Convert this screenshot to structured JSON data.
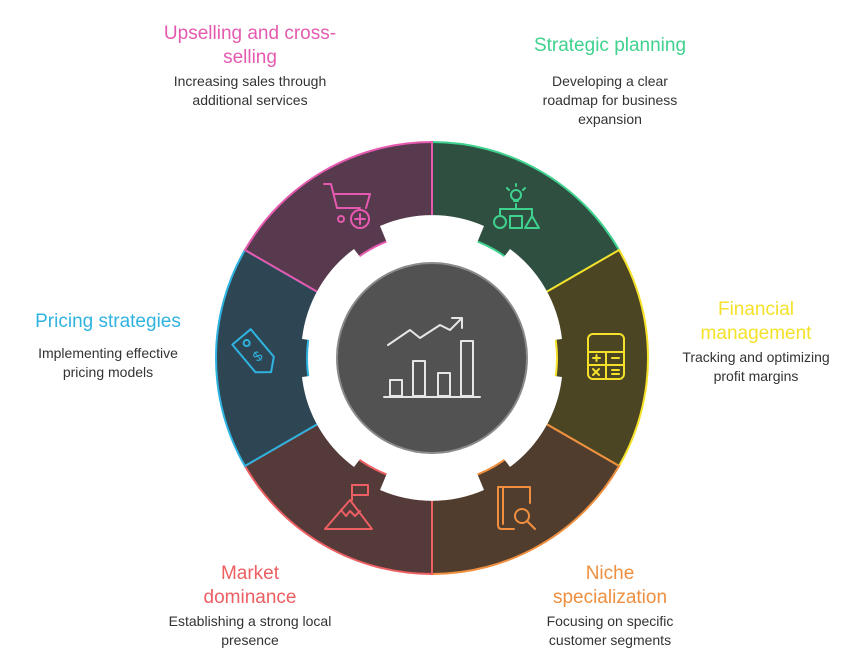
{
  "center": {
    "icon": "growth-chart-icon"
  },
  "segments": [
    {
      "id": "strategic-planning",
      "title": "Strategic planning",
      "description": "Developing a clear roadmap for business expansion",
      "color": "#3fd28e",
      "fill": "#2f4f41",
      "icon": "lightbulb-flowchart-icon"
    },
    {
      "id": "financial-management",
      "title": "Financial management",
      "description": "Tracking and optimizing profit margins",
      "color": "#f5e12a",
      "fill": "#4b4523",
      "icon": "calculator-icon"
    },
    {
      "id": "niche-specialization",
      "title": "Niche specialization",
      "description": "Focusing on specific customer segments",
      "color": "#ef8f3f",
      "fill": "#503d2d",
      "icon": "book-search-icon"
    },
    {
      "id": "market-dominance",
      "title": "Market dominance",
      "description": "Establishing a strong local presence",
      "color": "#ec5f62",
      "fill": "#553a3a",
      "icon": "mountain-flag-icon"
    },
    {
      "id": "pricing-strategies",
      "title": "Pricing strategies",
      "description": "Implementing effective pricing models",
      "color": "#2fb3e0",
      "fill": "#2e4654",
      "icon": "price-tag-icon"
    },
    {
      "id": "upselling-cross-selling",
      "title": "Upselling and cross-selling",
      "description": "Increasing sales through additional services",
      "color": "#e55ab0",
      "fill": "#573a4d",
      "icon": "cart-plus-icon"
    }
  ]
}
